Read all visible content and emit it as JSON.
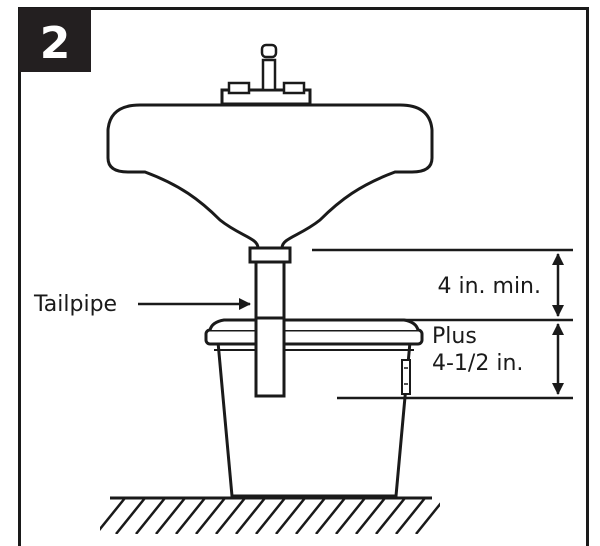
{
  "step": {
    "number": "2"
  },
  "labels": {
    "tailpipe": "Tailpipe",
    "dimension_upper": "4 in. min.",
    "dimension_lower_line1": "Plus",
    "dimension_lower_line2": "4-1/2 in."
  },
  "colors": {
    "ink": "#1a1a1a",
    "badge": "#231f20",
    "background": "#ffffff"
  }
}
